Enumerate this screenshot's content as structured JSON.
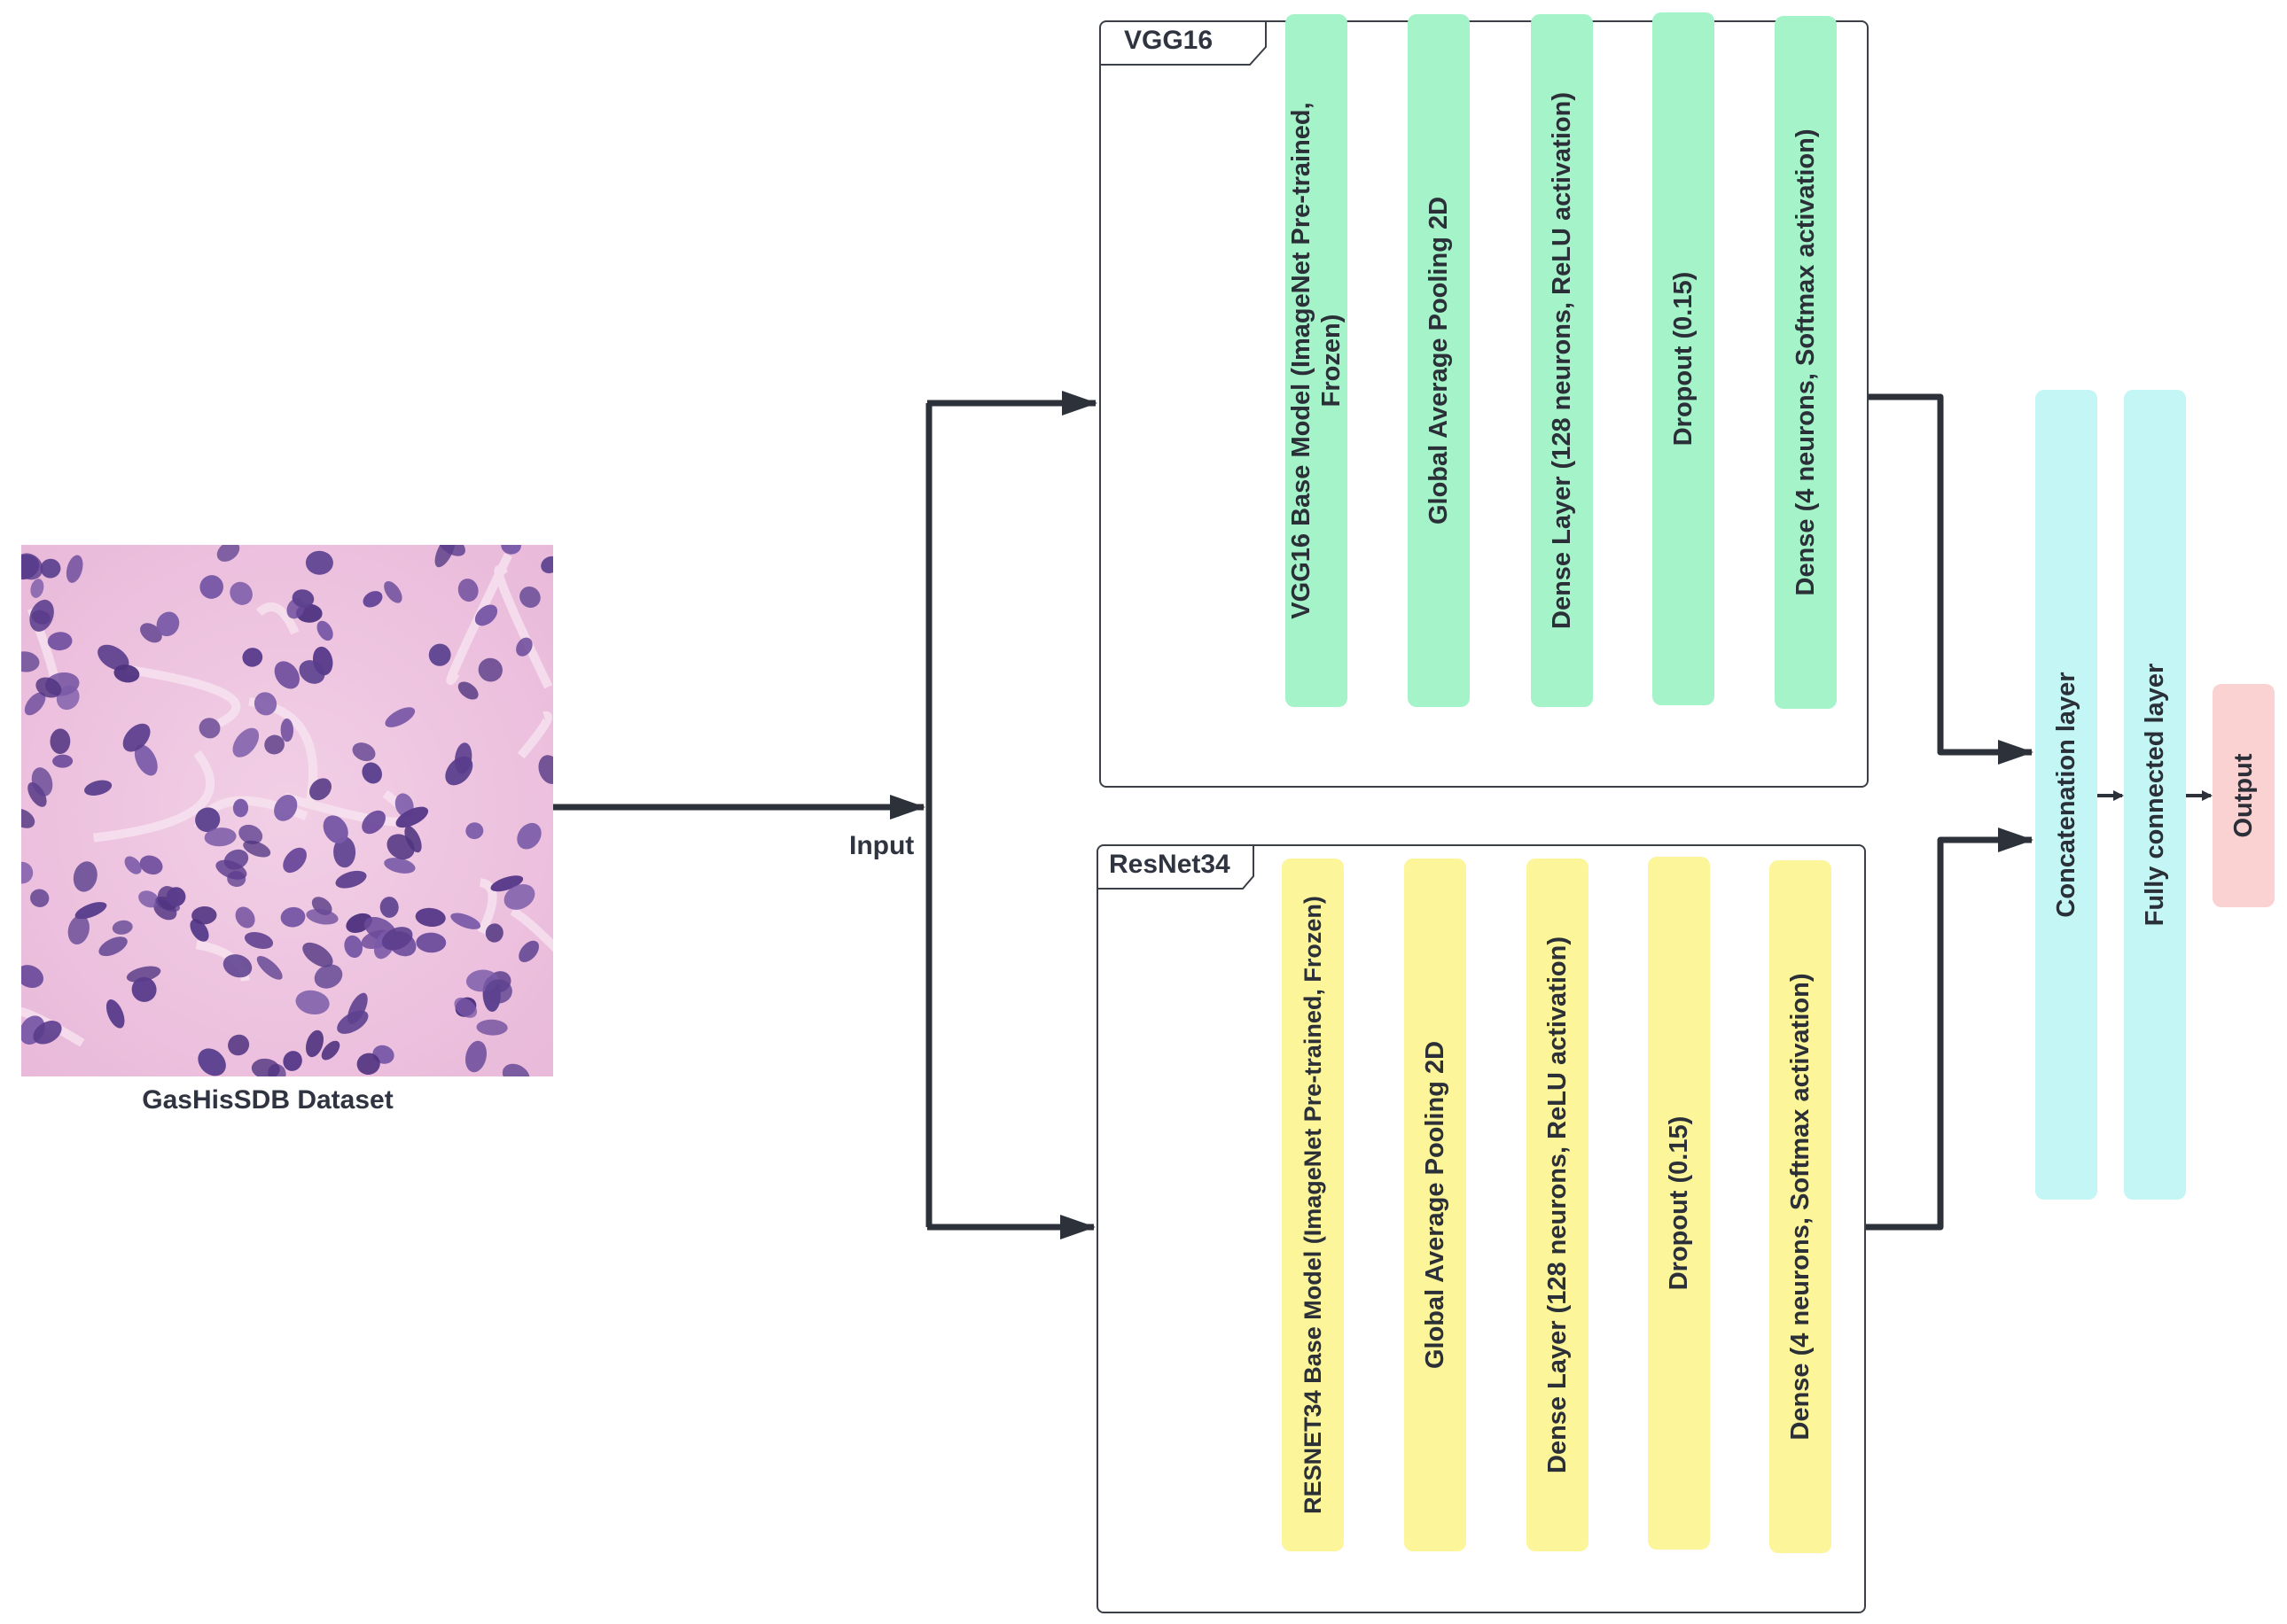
{
  "input": {
    "image_caption": "GasHisSDB Dataset",
    "arrow_label": "Input"
  },
  "vgg16": {
    "title": "VGG16",
    "layers": [
      {
        "line1": "VGG16 Base Model (ImageNet Pre-trained,",
        "line2": "Frozen)"
      },
      {
        "line1": "Global Average Pooling 2D",
        "line2": ""
      },
      {
        "line1": "Dense Layer (128 neurons, ReLU activation)",
        "line2": ""
      },
      {
        "line1": "Dropout (0.15)",
        "line2": ""
      },
      {
        "line1": "Dense (4 neurons, Softmax activation)",
        "line2": ""
      }
    ]
  },
  "resnet34": {
    "title": "ResNet34",
    "layers": [
      {
        "line1": "RESNET34  Base Model (ImageNet Pre-trained, Frozen)"
      },
      {
        "line1": "Global Average Pooling 2D"
      },
      {
        "line1": "Dense Layer (128 neurons, ReLU activation)"
      },
      {
        "line1": "Dropout (0.15)"
      },
      {
        "line1": "Dense (4 neurons, Softmax activation)"
      }
    ]
  },
  "fusion": {
    "concat": "Concatenation layer",
    "fc": "Fully connected layer",
    "output": "Output"
  },
  "colors": {
    "vgg_layer": "#a5f3c8",
    "resnet_layer": "#fdf59a",
    "fusion_layer": "#c3f6f4",
    "output": "#fbd2d2",
    "connector": "#2d3139"
  }
}
